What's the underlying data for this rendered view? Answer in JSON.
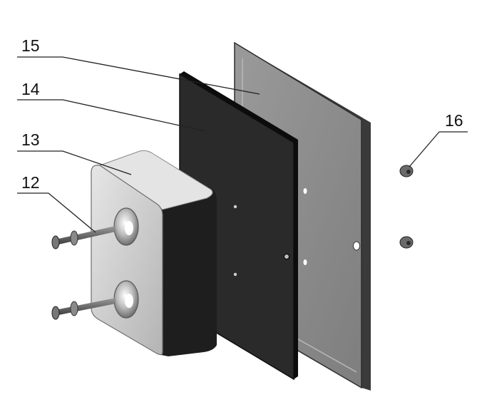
{
  "callouts": [
    {
      "id": "c15",
      "label": "15",
      "part": "back-plate"
    },
    {
      "id": "c14",
      "label": "14",
      "part": "rubber-pad"
    },
    {
      "id": "c13",
      "label": "13",
      "part": "bumper-block"
    },
    {
      "id": "c12",
      "label": "12",
      "part": "bolt"
    },
    {
      "id": "c16",
      "label": "16",
      "part": "nut"
    }
  ],
  "colors": {
    "background": "#ffffff",
    "back_plate": "#8f8f8f",
    "back_plate_edge": "#3a3a3a",
    "pad": "#2a2a2a",
    "pad_edge": "#0c0c0c",
    "block_front": "#cfcfcf",
    "block_top": "#e4e4e4",
    "block_side": "#1e1e1e",
    "hardware": "#6a6a6a",
    "leader_line": "#222222"
  }
}
